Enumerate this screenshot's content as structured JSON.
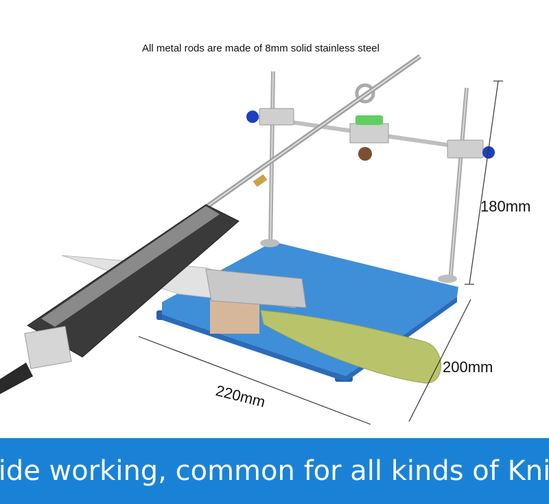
{
  "top_caption": "All metal rods are made of 8mm solid stainless steel",
  "dimensions": {
    "height_label": "180mm",
    "depth_label": "200mm",
    "width_label": "220mm"
  },
  "banner": {
    "text": "Wide working, common for all kinds of Knife",
    "color": "#1a82d6"
  },
  "colors": {
    "base_plate": "#3f8fd8",
    "handle": "#b9c46a",
    "knob": "#1f3fbf"
  }
}
